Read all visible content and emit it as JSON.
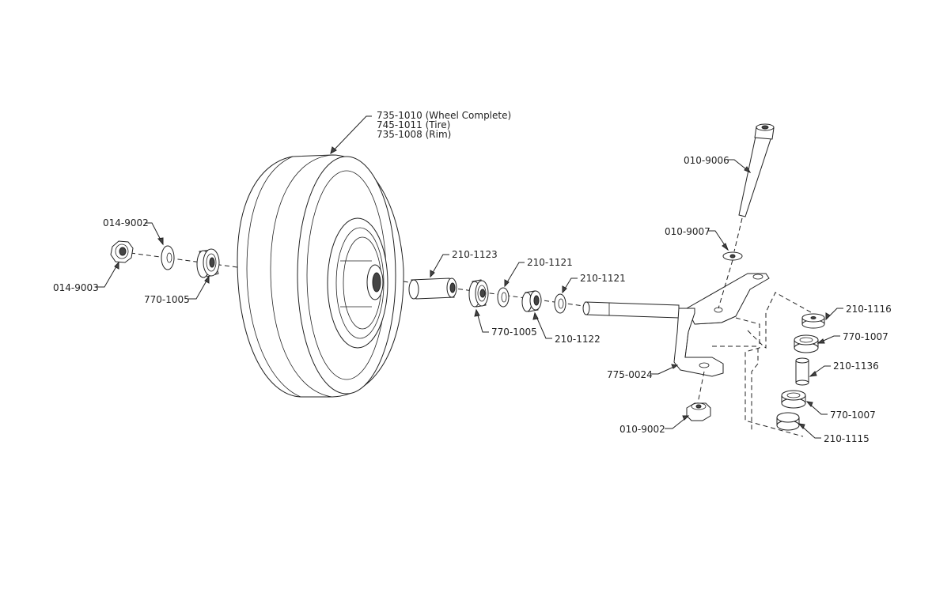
{
  "labels": {
    "wheel_complete": "735-1010 (Wheel Complete)",
    "tire": "745-1011 (Tire)",
    "rim": "735-1008 (Rim)",
    "p014_9002": "014-9002",
    "p014_9003": "014-9003",
    "p770_1005_left": "770-1005",
    "p210_1123": "210-1123",
    "p210_1121_a": "210-1121",
    "p210_1121_b": "210-1121",
    "p770_1005_mid": "770-1005",
    "p210_1122": "210-1122",
    "p010_9006": "010-9006",
    "p010_9007": "010-9007",
    "p775_0024": "775-0024",
    "p010_9002": "010-9002",
    "p210_1116": "210-1116",
    "p770_1007_a": "770-1007",
    "p210_1136": "210-1136",
    "p770_1007_b": "770-1007",
    "p210_1115": "210-1115"
  },
  "colors": {
    "line": "#222222",
    "background": "#ffffff"
  }
}
